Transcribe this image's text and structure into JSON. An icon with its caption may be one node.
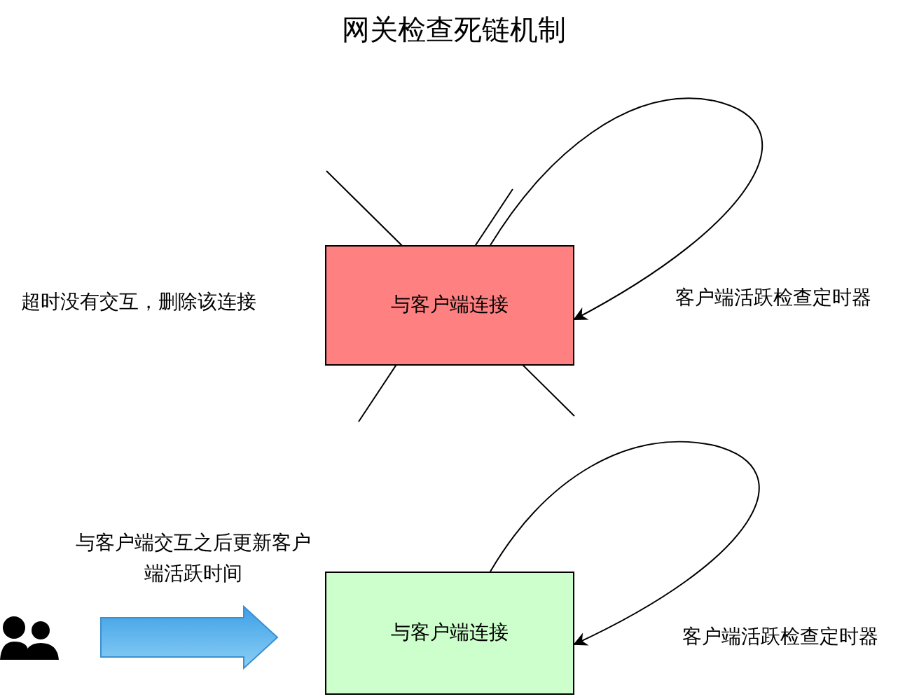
{
  "diagram": {
    "title": "网关检查死链机制",
    "nodes": [
      {
        "text": [
          "与客户端连接"
        ]
      },
      {
        "text": [
          "与客户端连接"
        ]
      },
      {
        "text": [],
        "shape": "person"
      }
    ],
    "edges": [
      {
        "from": 0,
        "to": 0,
        "arrow": "to",
        "label": "客户端活跃检查定时器"
      },
      {
        "from": 1,
        "to": 1,
        "arrow": "to",
        "label": "客户端活跃检查定时器"
      },
      {
        "from": 2,
        "to": 1,
        "arrow": "to",
        "label": "与客户端交互之后更新客户端活跃时间",
        "style": "thick"
      }
    ],
    "labels": [
      "超时没有交互，删除该连接"
    ]
  }
}
